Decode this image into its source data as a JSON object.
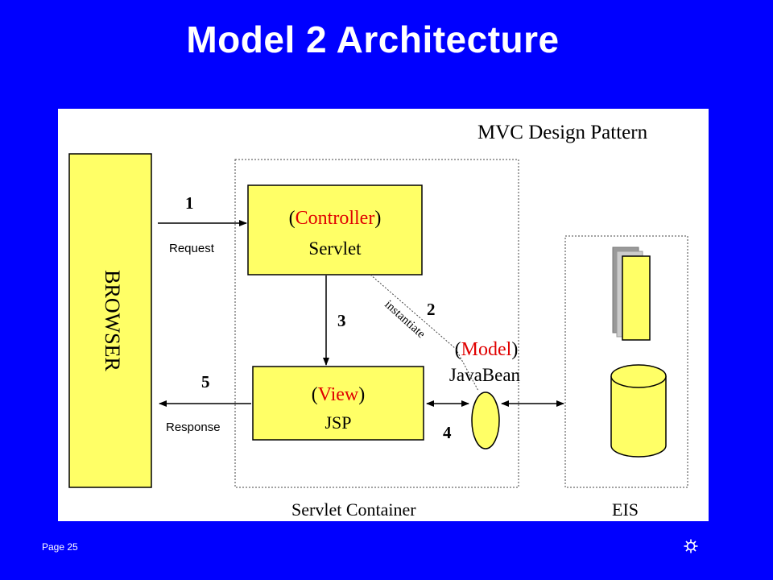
{
  "slide": {
    "title": "Model 2 Architecture",
    "page_label": "Page",
    "page_number": "25"
  },
  "diagram": {
    "pattern_title": "MVC Design Pattern",
    "browser_label": "BROWSER",
    "servlet_container_label": "Servlet Container",
    "eis_label": "EIS",
    "controller": {
      "role": "Controller",
      "name": "Servlet"
    },
    "view": {
      "role": "View",
      "name": "JSP"
    },
    "model": {
      "role": "Model",
      "name": "JavaBean"
    },
    "flows": {
      "step1": "1",
      "request": "Request",
      "step2": "2",
      "instantiate": "instantiate",
      "step3": "3",
      "step4": "4",
      "step5": "5",
      "response": "Response"
    }
  },
  "colors": {
    "background": "#0000FF",
    "box_fill": "#FFFF66",
    "role_text": "#E00000"
  },
  "icons": {
    "footer": "gear-icon"
  }
}
